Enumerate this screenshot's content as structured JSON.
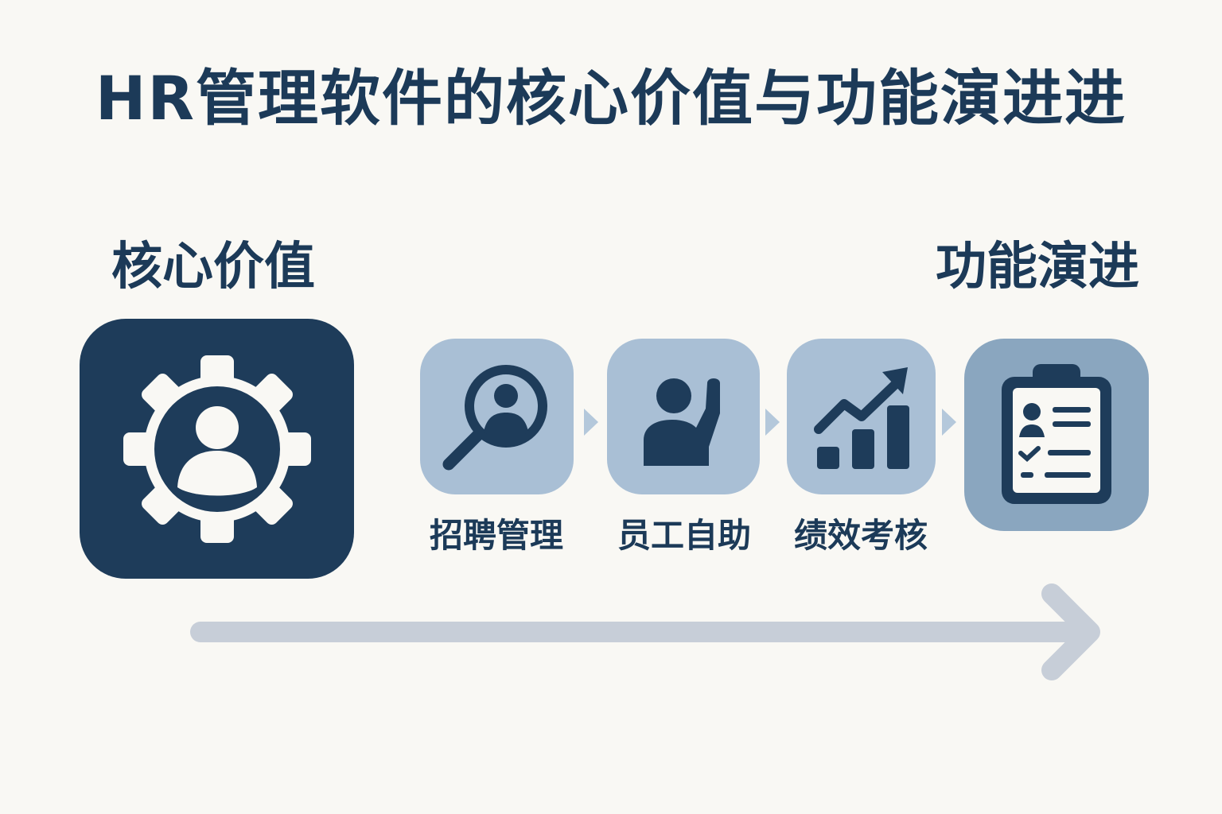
{
  "title": "HR管理软件的核心价值与功能演进进",
  "sections": {
    "core_label": "核心价值",
    "evolution_label": "功能演进"
  },
  "core_icon": "gear-person-icon",
  "steps": [
    {
      "label": "招聘管理",
      "icon": "magnifier-person-icon"
    },
    {
      "label": "员工自助",
      "icon": "raised-hand-person-icon"
    },
    {
      "label": "绩效考核",
      "icon": "growth-chart-icon"
    },
    {
      "label": "",
      "icon": "clipboard-profile-icon"
    }
  ],
  "colors": {
    "background": "#f9f8f4",
    "primary": "#1e3c5a",
    "tile_light": "#a9bfd5",
    "tile_highlight": "#8aa6bf",
    "connector": "#b4c8db",
    "timeline": "#c7ced8"
  }
}
